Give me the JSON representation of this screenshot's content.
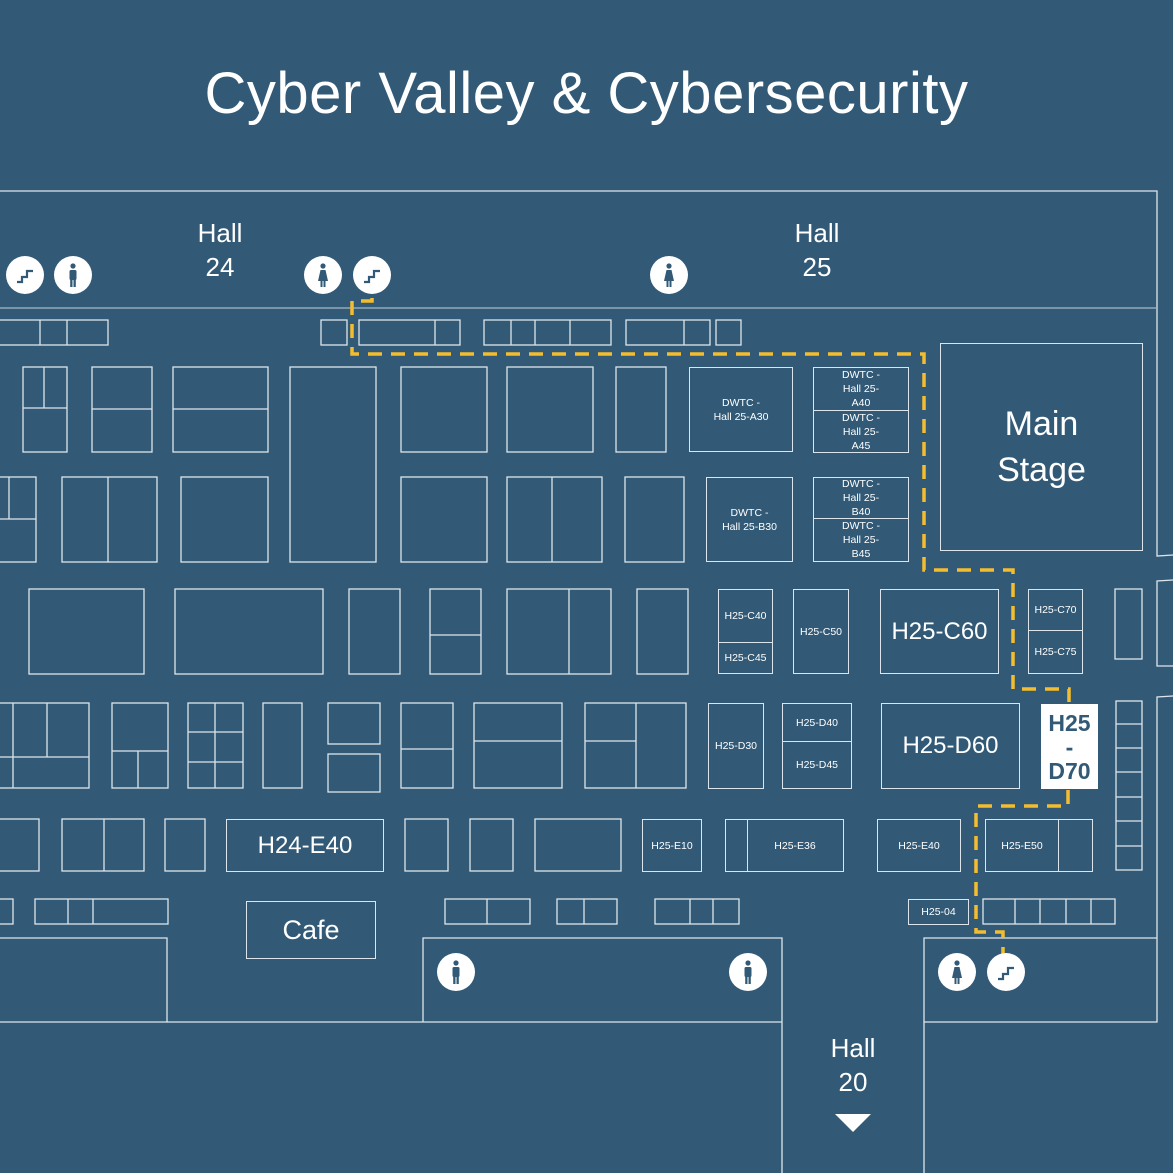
{
  "title": "Cyber Valley & Cybersecurity",
  "colors": {
    "background": "#325a76",
    "outline": "#dde5ec",
    "route": "#f3bd2e",
    "highlight_fill": "#ffffff",
    "highlight_text": "#325a76"
  },
  "halls": [
    {
      "name": "Hall",
      "number": "24"
    },
    {
      "name": "Hall",
      "number": "25"
    },
    {
      "name": "Hall",
      "number": "20"
    }
  ],
  "areas": {
    "main_stage": "Main Stage",
    "cafe": "Cafe"
  },
  "booths": {
    "a30": "DWTC - Hall 25-A30",
    "a40": "DWTC - Hall 25-A40",
    "a45": "DWTC - Hall 25-A45",
    "b30": "DWTC - Hall 25-B30",
    "b40": "DWTC - Hall 25-B40",
    "b45": "DWTC - Hall 25-B45",
    "c40": "H25-C40",
    "c45": "H25-C45",
    "c50": "H25-C50",
    "c60": "H25-C60",
    "c70": "H25-C70",
    "c75": "H25-C75",
    "d30": "H25-D30",
    "d40": "H25-D40",
    "d45": "H25-D45",
    "d60": "H25-D60",
    "d70": "H25 - D70",
    "e10": "H25-E10",
    "e36": "H25-E36",
    "e40": "H25-E40",
    "e50": "H25-E50",
    "h24e40": "H24-E40",
    "h25_04": "H25-04"
  },
  "selected_booth": "H25 - D70",
  "facility_icons": [
    "stairs-icon",
    "mens-restroom-icon",
    "womens-restroom-icon",
    "stairs-icon",
    "womens-restroom-icon",
    "mens-restroom-icon",
    "mens-restroom-icon",
    "womens-restroom-icon",
    "stairs-icon"
  ],
  "direction_marker": "down-arrow-icon"
}
